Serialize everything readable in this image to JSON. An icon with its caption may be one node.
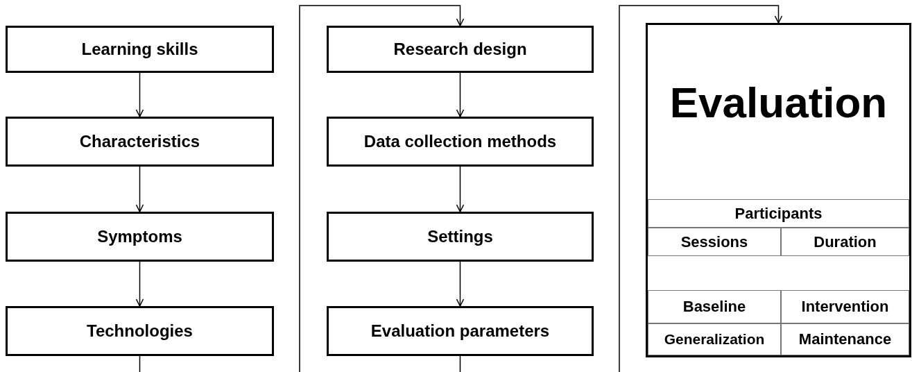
{
  "diagram": {
    "nodes": [
      {
        "text": [
          "Learning skills"
        ]
      },
      {
        "text": [
          "Characteristics"
        ]
      },
      {
        "text": [
          "Symptoms"
        ]
      },
      {
        "text": [
          "Technologies"
        ]
      },
      {
        "text": [
          "Research design"
        ]
      },
      {
        "text": [
          "Data collection methods"
        ]
      },
      {
        "text": [
          "Settings"
        ]
      },
      {
        "text": [
          "Evaluation parameters"
        ]
      },
      {
        "text": [
          "Evaluation"
        ]
      },
      {
        "text": [
          "Participants"
        ],
        "in": 8
      },
      {
        "text": [
          "Sessions"
        ],
        "in": 8
      },
      {
        "text": [
          "Duration"
        ],
        "in": 8
      },
      {
        "text": [
          "Baseline"
        ],
        "in": 8
      },
      {
        "text": [
          "Intervention"
        ],
        "in": 8
      },
      {
        "text": [
          "Generalization"
        ],
        "in": 8
      },
      {
        "text": [
          "Maintenance"
        ],
        "in": 8
      }
    ],
    "edges": [
      {
        "from": 0,
        "to": 1,
        "arrow": "to"
      },
      {
        "from": 1,
        "to": 2,
        "arrow": "to"
      },
      {
        "from": 2,
        "to": 3,
        "arrow": "to"
      },
      {
        "from": 3,
        "to": 4,
        "arrow": "to"
      },
      {
        "from": 4,
        "to": 5,
        "arrow": "to"
      },
      {
        "from": 5,
        "to": 6,
        "arrow": "to"
      },
      {
        "from": 6,
        "to": 7,
        "arrow": "to"
      },
      {
        "from": 7,
        "to": 8,
        "arrow": "to"
      }
    ]
  }
}
